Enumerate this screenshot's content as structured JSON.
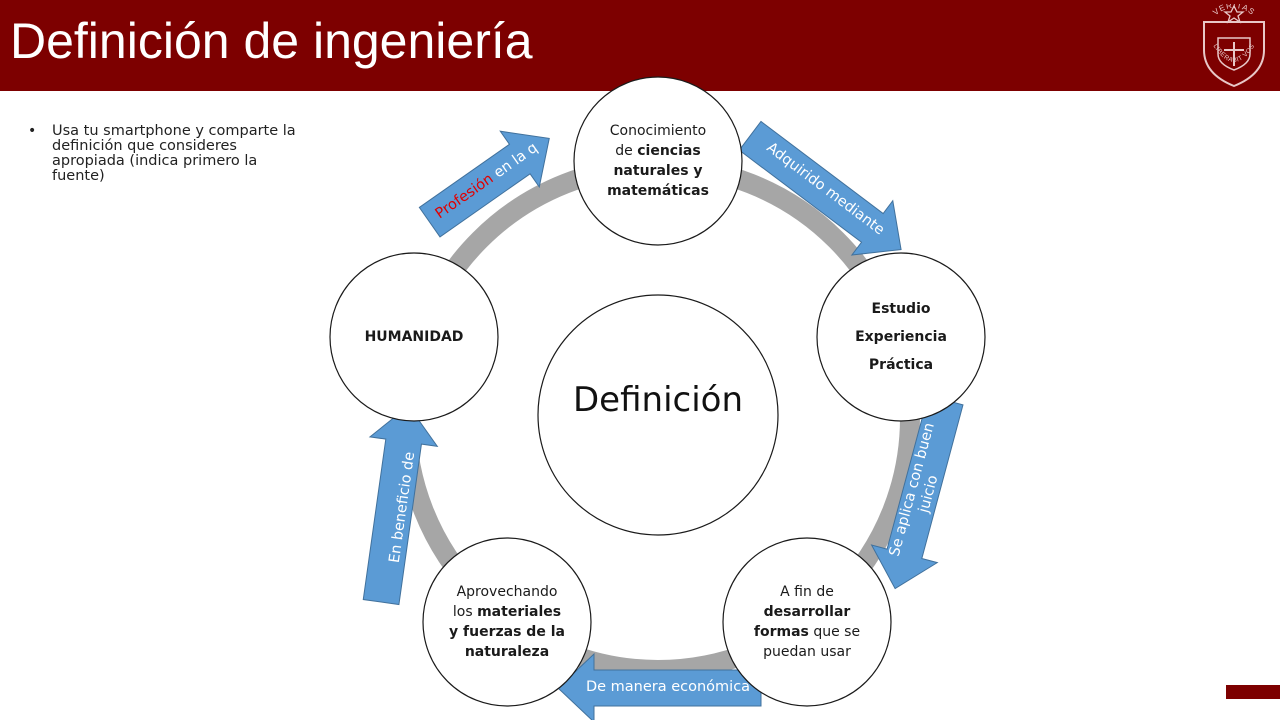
{
  "title": "Definición de ingeniería",
  "bullets": [
    "Usa tu smartphone y comparte la definición que consideres apropiada (indica primero la fuente)"
  ],
  "logo": {
    "motto_top": "VERITAS",
    "motto_bottom": "LIBERABIT VOS"
  },
  "diagram": {
    "center": "Definición",
    "nodes": {
      "top": {
        "line1": "Conocimiento",
        "line2_plain": "de ",
        "line2_bold": "ciencias",
        "line3_bold": "naturales y",
        "line4_bold": "matemáticas"
      },
      "right": {
        "line1": "Estudio",
        "line2": "Experiencia",
        "line3": "Práctica"
      },
      "bottom_right": {
        "line1": "A fin de",
        "line2_bold": "desarrollar",
        "line3_bold": "formas",
        "line3_plain": " que se",
        "line4": "puedan usar"
      },
      "bottom_left": {
        "line1": "Aprovechando",
        "line2_plain": "los ",
        "line2_bold": "materiales",
        "line3_bold": "y fuerzas de la",
        "line4_bold": "naturaleza"
      },
      "left": {
        "line1": "HUMANIDAD"
      }
    },
    "arrows": {
      "top_left_red": "Profesión",
      "top_left_rest": " en la q",
      "top_right": "Adquirido mediante",
      "right_line1": "Se aplica con buen",
      "right_line2": "juicio",
      "bottom": "De manera económica",
      "left": "En beneficio de"
    }
  },
  "colors": {
    "header": "#7d0000",
    "arrow": "#5b9bd5",
    "ring": "#a6a6a6"
  }
}
